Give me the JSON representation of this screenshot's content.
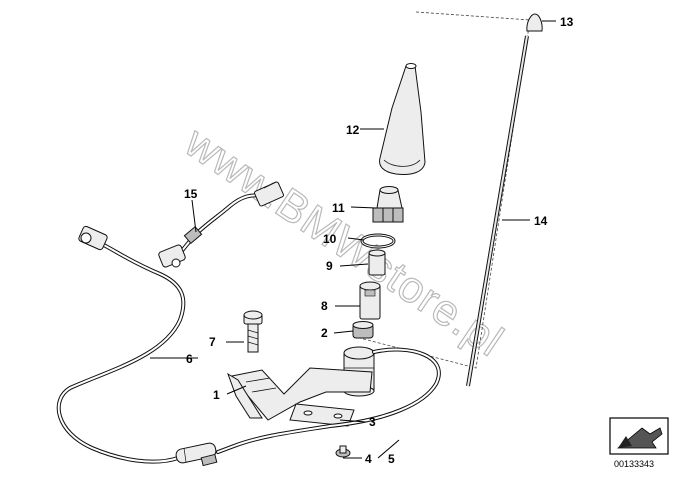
{
  "watermark": "www.BMWstore.pl",
  "diagram_number": "00133343",
  "callouts": [
    {
      "id": "c1",
      "label": "1"
    },
    {
      "id": "c2",
      "label": "2"
    },
    {
      "id": "c3",
      "label": "3"
    },
    {
      "id": "c4",
      "label": "4"
    },
    {
      "id": "c5",
      "label": "5"
    },
    {
      "id": "c6",
      "label": "6"
    },
    {
      "id": "c7",
      "label": "7"
    },
    {
      "id": "c8",
      "label": "8"
    },
    {
      "id": "c9",
      "label": "9"
    },
    {
      "id": "c10",
      "label": "10"
    },
    {
      "id": "c11",
      "label": "11"
    },
    {
      "id": "c12",
      "label": "12"
    },
    {
      "id": "c13",
      "label": "13"
    },
    {
      "id": "c14",
      "label": "14"
    },
    {
      "id": "c15",
      "label": "15"
    }
  ]
}
